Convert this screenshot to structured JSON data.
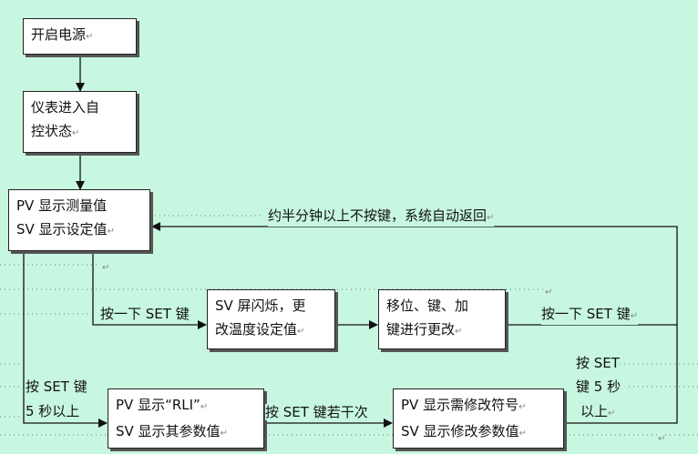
{
  "nodes": {
    "power_on": {
      "lines": [
        "开启电源"
      ]
    },
    "self_check": {
      "lines": [
        "仪表进入自",
        "控状态"
      ]
    },
    "display_measured": {
      "lines": [
        "PV 显示测量值",
        "SV 显示设定值"
      ]
    },
    "sv_flash": {
      "lines": [
        "SV 屏闪烁，更",
        "改温度设定值"
      ]
    },
    "shift_keys": {
      "lines": [
        "移位、键、加",
        "键进行更改"
      ]
    },
    "pv_rli": {
      "lines": [
        "PV 显示“RLI”",
        "SV 显示其参数值"
      ]
    },
    "pv_modify": {
      "lines": [
        "PV 显示需修改符号",
        "SV 显示修改参数值"
      ]
    }
  },
  "edges": {
    "auto_return": "约半分钟以上不按键，系统自动返回",
    "press_set_once_left": "按一下 SET 键",
    "press_set_once_right": "按一下 SET 键",
    "hold_set_5s_left": [
      "按 SET 键",
      "5 秒以上"
    ],
    "press_set_several": "按 SET 键若干次",
    "hold_set_5s_right": [
      "按 SET",
      "键 5 秒",
      "以上"
    ]
  },
  "colors": {
    "background": "#c7f7e0",
    "box": "#ffffff",
    "line": "#111111",
    "dots": "#777777"
  },
  "paragraph_mark": "↵"
}
